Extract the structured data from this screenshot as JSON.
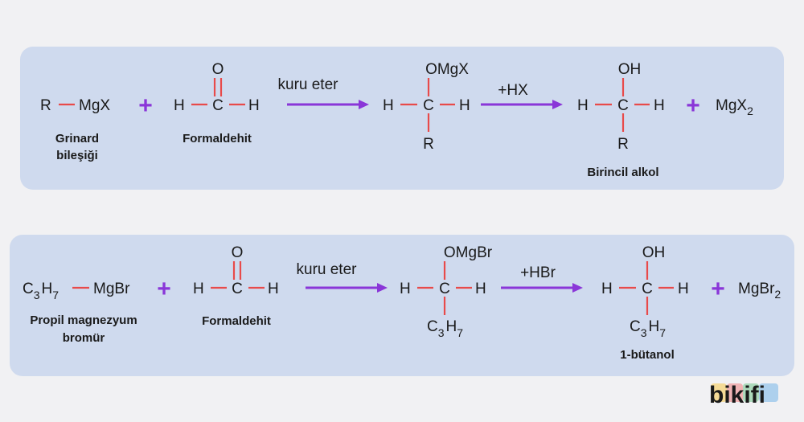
{
  "reaction1": {
    "grignard": {
      "r": "R",
      "mgx": "MgX"
    },
    "grignard_label_line1": "Grinard",
    "grignard_label_line2": "bileşiği",
    "aldehyde": {
      "o": "O",
      "h": "H",
      "c": "C"
    },
    "aldehyde_label": "Formaldehit",
    "arrow1_label": "kuru eter",
    "intermediate": {
      "top": "OMgX",
      "h": "H",
      "c": "C",
      "bottom": "R"
    },
    "arrow2_label": "+HX",
    "product": {
      "top": "OH",
      "h": "H",
      "c": "C",
      "bottom": "R"
    },
    "product_label": "Birincil alkol",
    "byproduct": {
      "base": "MgX",
      "sub": "2"
    },
    "plus": "+"
  },
  "reaction2": {
    "grignard": {
      "c": "C",
      "c_sub": "3",
      "h": "H",
      "h_sub": "7",
      "mgbr": "MgBr"
    },
    "grignard_label_line1": "Propil magnezyum",
    "grignard_label_line2": "bromür",
    "aldehyde": {
      "o": "O",
      "h": "H",
      "c": "C"
    },
    "aldehyde_label": "Formaldehit",
    "arrow1_label": "kuru eter",
    "intermediate": {
      "top": "OMgBr",
      "h": "H",
      "c": "C",
      "bottom_c": "C",
      "bottom_c_sub": "3",
      "bottom_h": "H",
      "bottom_h_sub": "7"
    },
    "arrow2_label": "+HBr",
    "product": {
      "top": "OH",
      "h": "H",
      "c": "C",
      "bottom_c": "C",
      "bottom_c_sub": "3",
      "bottom_h": "H",
      "bottom_h_sub": "7"
    },
    "product_label": "1-bütanol",
    "byproduct": {
      "base": "MgBr",
      "sub": "2"
    },
    "plus": "+"
  },
  "logo": {
    "text": "bikifi"
  },
  "colors": {
    "bond": "#e84a4a",
    "arrow": "#8a36d8",
    "panel": "#cfdaee",
    "background": "#f1f1f3"
  }
}
